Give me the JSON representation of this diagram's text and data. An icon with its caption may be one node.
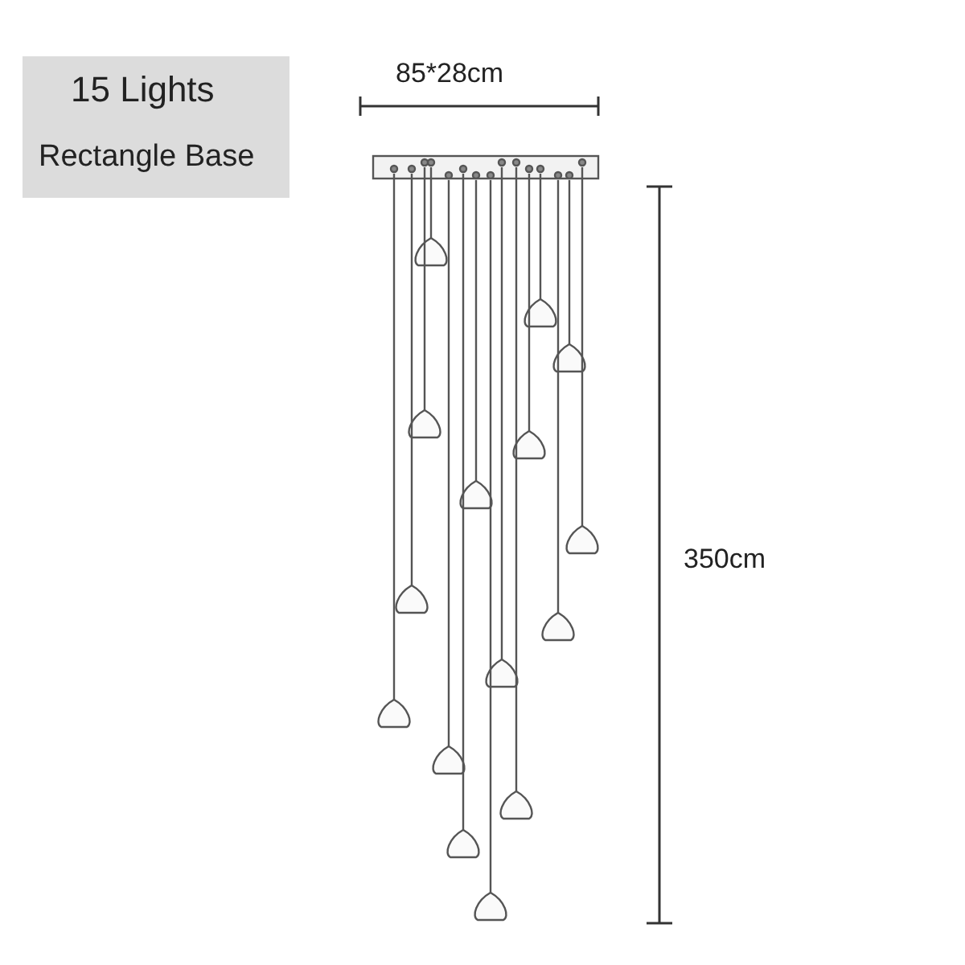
{
  "diagram": {
    "labels": [
      "15 Lights",
      "Rectangle Base",
      "85*28cm",
      "350cm"
    ]
  }
}
